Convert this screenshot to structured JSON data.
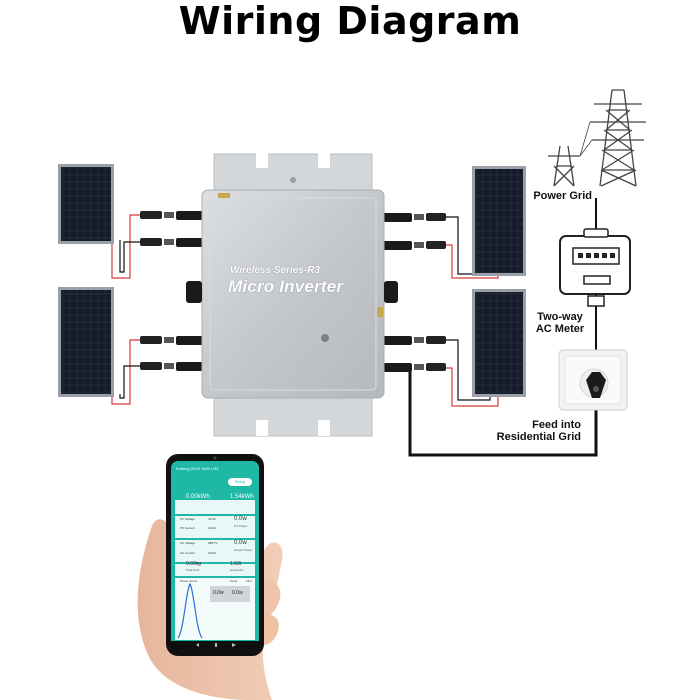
{
  "title": "Wiring Diagram",
  "labels": {
    "power_grid": "Power Grid",
    "meter_line1": "Two-way",
    "meter_line2": "AC Meter",
    "feed_line1": "Feed into",
    "feed_line2": "Residential Grid"
  },
  "inverter": {
    "series": "Wireless Series-R3",
    "name": "Micro Inverter"
  },
  "phone": {
    "app_title": "Kaifeng WCS 1600 LR4",
    "button": "Setup",
    "daily_energy": "0.00kWh",
    "daily_energy_label": "Daily Energy",
    "total_energy": "1.54kWh",
    "total_energy_label": "Total Energy",
    "pv_voltage_label": "PV Voltage",
    "pv_voltage": "43.9V",
    "pv_power": "0.0w",
    "pv_power_label": "PV Power",
    "pv_current_label": "PV Current",
    "pv_current": "0.00A",
    "ac_voltage_label": "AC Voltage",
    "ac_voltage": "288.7V",
    "output_power": "0.0w",
    "output_power_label": "Output Power",
    "ac_current_label": "AC Current",
    "ac_current": "0.00A",
    "total_co2": "0.00kg",
    "total_co2_label": "Total CO2",
    "emissions": "1.53t",
    "emissions_label": "Emissions",
    "power_curve_label": "Power Curve",
    "temp_label": "Temp",
    "temp": "18.2",
    "stat_a": "0.0w",
    "stat_b": "0.0w"
  },
  "colors": {
    "panel": "#1c2230",
    "inverter": "#c9ccd0",
    "app_bg": "#1fb8a6",
    "wire_red": "#d83a3a",
    "wire_black": "#111111"
  }
}
